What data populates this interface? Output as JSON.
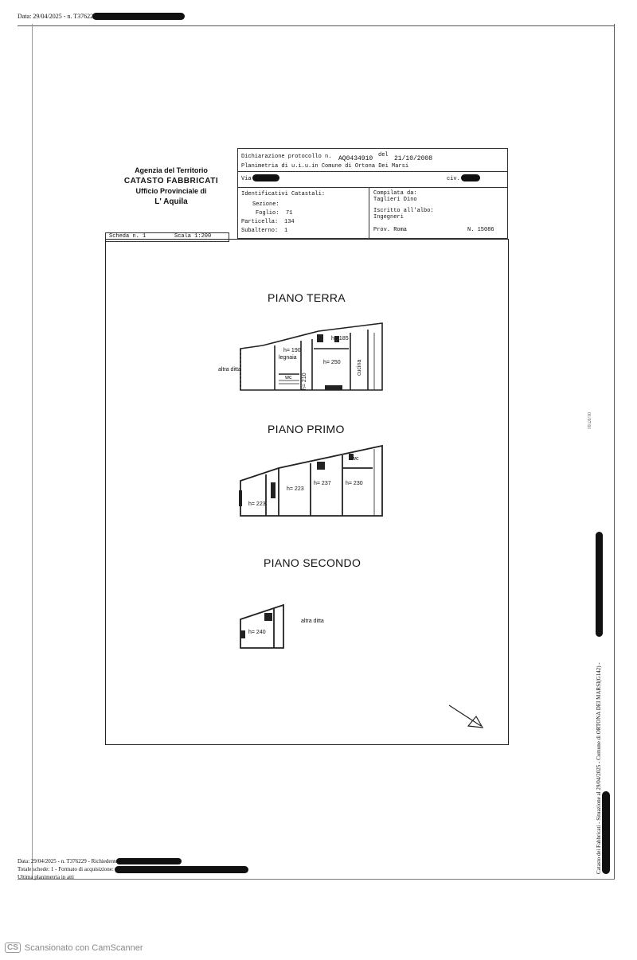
{
  "header": {
    "text": "Data: 29/04/2025 - n. T376229 -"
  },
  "agency": {
    "line1": "Agenzia del Territorio",
    "line2": "CATASTO FABBRICATI",
    "line3": "Ufficio Provinciale di",
    "line4": "L' Aquila"
  },
  "declaration": {
    "protocol_label": "Dichiarazione protocollo n.",
    "protocol_number": "AQ0434910",
    "date_label": "del",
    "date": "21/10/2008",
    "plan_line": "Planimetria di u.i.u.in Comune di Ortona Dei Marsi",
    "via_label": "Via",
    "civ_label": "civ.",
    "identificativi_label": "Identificativi Catastali:",
    "sezione_label": "Sezione:",
    "foglio_label": "Foglio:",
    "foglio_value": "71",
    "particella_label": "Particella:",
    "particella_value": "134",
    "subalterno_label": "Subalterno:",
    "subalterno_value": "1",
    "compilata_label": "Compilata da:",
    "compilata_value": "Taglieri Dino",
    "iscritto_label": "Iscritto all'albo:",
    "iscritto_value": "Ingegneri",
    "prov_label": "Prov. Roma",
    "numero_label": "N. 15086"
  },
  "scheda": {
    "scheda_label": "Scheda n. 1",
    "scala_label": "Scala 1:200"
  },
  "plans": {
    "terra": {
      "title": "PIANO TERRA",
      "altra_ditta": "altra ditta",
      "h190": "h= 190",
      "legnaia": "legnaia",
      "h185": "h= 185",
      "h250": "h= 250",
      "wc": "wc",
      "h210": "h= 210",
      "cucina": "cucina"
    },
    "primo": {
      "title": "PIANO PRIMO",
      "wc": "wc",
      "h223a": "h= 223",
      "h237": "h= 237",
      "h230": "h= 230",
      "h223b": "h= 223"
    },
    "secondo": {
      "title": "PIANO SECONDO",
      "h240": "h= 240",
      "altra_ditta": "altra ditta"
    }
  },
  "side": {
    "vertical": "Catasto dei Fabbricati - Situazione al 29/04/2025 - Comune di ORTONA DEI MARSI(G142) -",
    "mark": "01/07/01"
  },
  "footer": {
    "line1": "Data: 29/04/2025 - n. T376229 - Richiedente",
    "line2": "Totale schede: 1 - Formato di acquisizione:",
    "line3": "Ultima planimetria in atti"
  },
  "watermark": {
    "logo": "CS",
    "text": "Scansionato con CamScanner"
  }
}
